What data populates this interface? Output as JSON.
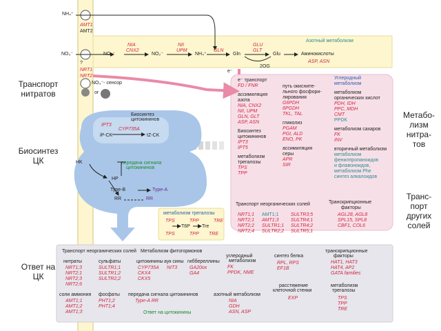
{
  "side_labels": {
    "nitrate_transport": [
      "Транспорт",
      "нитратов"
    ],
    "ck_biosynthesis": [
      "Биосинтез",
      "ЦК"
    ],
    "ck_response": [
      "Ответ на",
      "ЦК"
    ],
    "nitrate_metabolism": [
      "Метабо-",
      "лизм",
      "нитра-",
      "тов"
    ],
    "other_transport": [
      "Транс-",
      "порт",
      "других",
      "солей"
    ]
  },
  "top": {
    "nh4": "NH₄⁺",
    "no3": "NO₃⁻",
    "amt": [
      "AMT1",
      "AMT2"
    ],
    "nrt": [
      "NRT1",
      "NRT2"
    ],
    "sensor": "NO₃⁻- сенсор",
    "or": "or",
    "question": "?",
    "band_title": "Азотный метаболизм",
    "flow": {
      "no3": "NO₃⁻",
      "no2": "NO₂⁻",
      "nh4": "NH₄⁺",
      "gln": "Gln",
      "glu": "Glu",
      "amino": "Аминокислоты",
      "og": "2OG",
      "e1": [
        "NIA",
        "CNX2"
      ],
      "e2": [
        "NII",
        "UPM"
      ],
      "e3": "GLN",
      "e4": [
        "GLU",
        "GLT"
      ],
      "e5": [
        "ASP, ASN"
      ],
      "eminus": "e⁻"
    }
  },
  "pink": {
    "col1": [
      {
        "t": "e⁻ транспорт",
        "c": "blk"
      },
      {
        "t": "FD / FNR",
        "c": "red"
      },
      {
        "t": "ассимиляция",
        "c": "blk"
      },
      {
        "t": "азота",
        "c": "blk"
      },
      {
        "t": "NIA, CNX2",
        "c": "red"
      },
      {
        "t": "NII, UPM",
        "c": "red"
      },
      {
        "t": "GLN, GLT",
        "c": "red"
      },
      {
        "t": "ASP, ASN",
        "c": "red"
      },
      {
        "t": "Биосинтез",
        "c": "blk"
      },
      {
        "t": "цитокининов",
        "c": "blk"
      },
      {
        "t": "IPT3",
        "c": "red"
      },
      {
        "t": "IPT5",
        "c": "red"
      },
      {
        "t": "метаболизм",
        "c": "blk"
      },
      {
        "t": "трегалозы",
        "c": "blk"
      },
      {
        "t": "TPS",
        "c": "red"
      },
      {
        "t": "TPP",
        "c": "red"
      }
    ],
    "col2": [
      {
        "t": "путь окисните-",
        "c": "blk"
      },
      {
        "t": "льного фосфори-",
        "c": "blk"
      },
      {
        "t": "лирования",
        "c": "blk"
      },
      {
        "t": "G6PDH",
        "c": "red"
      },
      {
        "t": "6PGDH",
        "c": "red"
      },
      {
        "t": "TKL, TAL",
        "c": "red"
      },
      {
        "t": "гликолиз",
        "c": "blk"
      },
      {
        "t": "PGAM",
        "c": "red"
      },
      {
        "t": "PGI, ALD",
        "c": "red"
      },
      {
        "t": "ENO, PK",
        "c": "red"
      },
      {
        "t": "ассимиляция",
        "c": "blk"
      },
      {
        "t": "серы",
        "c": "blk"
      },
      {
        "t": "APR",
        "c": "red"
      },
      {
        "t": "SIR",
        "c": "red"
      }
    ],
    "col3": [
      {
        "t": "Углеродный",
        "c": "blu"
      },
      {
        "t": "метаболизм",
        "c": "blu"
      },
      {
        "t": "метаболизм",
        "c": "blk"
      },
      {
        "t": "органических кислот",
        "c": "blk"
      },
      {
        "t": "PDH, IDH",
        "c": "red"
      },
      {
        "t": "PPC, MDH",
        "c": "red"
      },
      {
        "t": "CMT",
        "c": "red"
      },
      {
        "t": "PPDK",
        "c": "teal"
      },
      {
        "t": "метаболизм сахаров",
        "c": "blk"
      },
      {
        "t": "FK",
        "c": "red"
      },
      {
        "t": "INV",
        "c": "red"
      },
      {
        "t": "вторичный метаболизм",
        "c": "blk"
      },
      {
        "t": "метаболизм",
        "c": "teal"
      },
      {
        "t": "фенилпропаноидов",
        "c": "teal"
      },
      {
        "t": "и флавоноидов,",
        "c": "teal"
      },
      {
        "t": "метаболизм Phe",
        "c": "teal"
      },
      {
        "t": "синтез алкалоидов",
        "c": "teal"
      }
    ],
    "salts_title": "Транспорт неорганических солей",
    "salts_cols": [
      [
        {
          "t": "NRT1;1",
          "c": "red"
        },
        {
          "t": "NRT2;1",
          "c": "red"
        },
        {
          "t": "NRT2;2",
          "c": "red"
        },
        {
          "t": "NRT2;4",
          "c": "red"
        }
      ],
      [
        {
          "t": "AMT1;1",
          "c": "teal"
        },
        {
          "t": "AMT1;3",
          "c": "red"
        },
        {
          "t": "SULTR1;1",
          "c": "red"
        },
        {
          "t": "SULTR2;2",
          "c": "red"
        }
      ],
      [
        {
          "t": "SULTR3;5",
          "c": "red"
        },
        {
          "t": "SULTR4;1",
          "c": "red"
        },
        {
          "t": "SULTR4;2",
          "c": "red"
        },
        {
          "t": "SULTR5;1",
          "c": "red"
        }
      ]
    ],
    "tf_title": [
      "Транскрипционные",
      "факторы"
    ],
    "tf": [
      {
        "t": "AGL28, AGL8",
        "c": "red"
      },
      {
        "t": "SPL15, SPL8",
        "c": "red"
      },
      {
        "t": "CBF1, COL6",
        "c": "red"
      }
    ]
  },
  "blue": {
    "bios_title": [
      "Биосинтез",
      "цитокининов"
    ],
    "ipt": "IPT3",
    "cyp": "CYP735A",
    "ipck": "iP-CK",
    "tzck": "tZ-CK",
    "signal_title": [
      "передача сигнала",
      "цитокининов"
    ],
    "hk": "HK",
    "hp": "HP",
    "typeb": "Type-B",
    "typea": "Type-A",
    "rr1": "RR",
    "rr2": "RR"
  },
  "treh": {
    "title": "метаболизм трегалозы",
    "tps": "TPS",
    "tpp": "TPP",
    "t6p": "T6P",
    "tre": "Tre",
    "tre_e": "TRE",
    "bottom": [
      "TPS",
      "TPP",
      "TRE"
    ]
  },
  "gray": {
    "h1": "Транспорт неорганических солей",
    "nitrates": "нитраты",
    "nitr_items": [
      "NRT1;3",
      "NRT2;1",
      "NRT2;3",
      "NRT2;6"
    ],
    "sulfates": "сульфаты",
    "sulf_items": [
      "SULTR1;1",
      "SULTR1;2",
      "SULTR2;2"
    ],
    "ammonium": "соли аммония",
    "amm_items": [
      "AMT1;1",
      "AMT1;2",
      "AMT1;3"
    ],
    "phosphates": "фосфаты",
    "phos_items": [
      "PHT1;2",
      "PHT1;4"
    ],
    "h2": "Метаболизм фитогормонов",
    "cytok": "цитокинины",
    "cytok_items": [
      "CYP735A",
      "CKX4",
      "CKX5"
    ],
    "auxin": "аук сины",
    "auxin_items": [
      "NIT3"
    ],
    "gibb": "гиббереллины",
    "gibb_items": [
      "GA20ox",
      "GA4"
    ],
    "signal": "передача сигнала цитокининов",
    "signal_items": [
      "Type-A RR"
    ],
    "response": "Ответ на цитокинины",
    "carbon": [
      "углеродный",
      "метаболизм"
    ],
    "carbon_items": [
      "FK",
      "PPDK, NME"
    ],
    "nitrogen": "азотный метаболизм",
    "nitrogen_items": [
      "NIA",
      "GDH",
      "ASN, ASP"
    ],
    "protein": "синтез белка",
    "protein_items": [
      "RPL, RPS",
      "EF1B"
    ],
    "cellwall": [
      "расстяжение",
      "клеточной стенки"
    ],
    "cellwall_items": [
      "EXP"
    ],
    "tf": [
      "транскрипционные",
      "факторы"
    ],
    "tf_items": [
      "HAT1, HAT3",
      "HAT4, AP2",
      "GATA families"
    ],
    "treh": [
      "метаболизм",
      "трегалозы"
    ],
    "treh_items": [
      "TPS",
      "TPP",
      "TRE"
    ]
  },
  "colors": {
    "yellow_bg": "#fdf6cf",
    "pink_bg": "#f7dfe8",
    "blue_bg": "#a9c6e8",
    "gray_bg": "#e6e6ec",
    "treh_bg": "#fdf6cf",
    "red_text": "#d3263f",
    "arrow_pink": "#e98aa8"
  }
}
